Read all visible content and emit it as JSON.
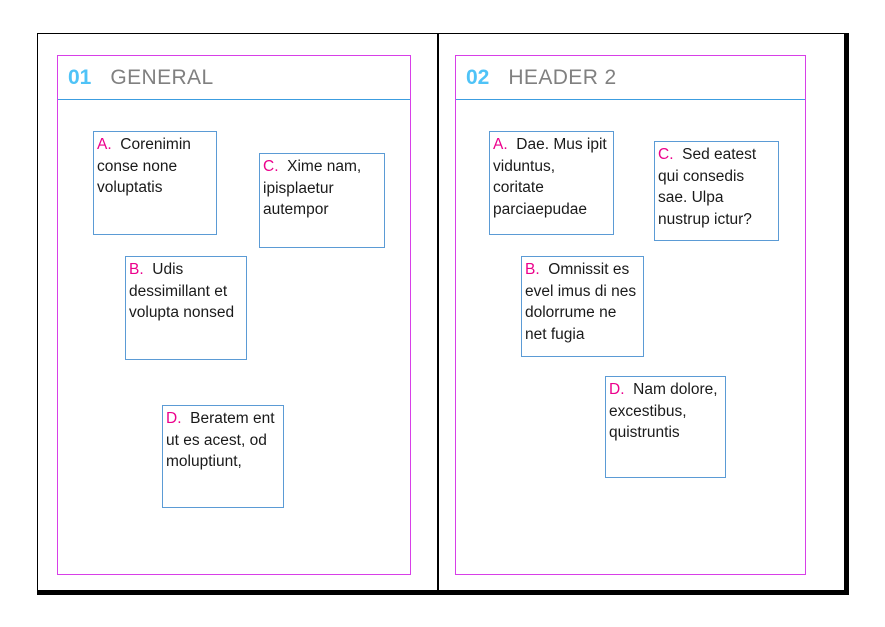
{
  "colors": {
    "panel_border": "#d83fe8",
    "header_rule": "#3c9de0",
    "number_accent": "#4fc3f7",
    "title_gray": "#808080",
    "note_border": "#5b9bd5",
    "tag_pink": "#ec008c",
    "frame_black": "#000000",
    "background": "#ffffff"
  },
  "panels": [
    {
      "number": "01",
      "title": "GENERAL",
      "notes": [
        {
          "tag": "A.",
          "text": "Corenimin conse none voluptatis"
        },
        {
          "tag": "C.",
          "text": "Xime nam, ipisplaetur autempor"
        },
        {
          "tag": "B.",
          "text": "Udis dessimillant et volupta nonsed"
        },
        {
          "tag": "D.",
          "text": "Beratem ent ut es acest, od moluptiunt,"
        }
      ]
    },
    {
      "number": "02",
      "title": "HEADER 2",
      "notes": [
        {
          "tag": "A.",
          "text": "Dae. Mus ipit viduntus, coritate parciaepudae"
        },
        {
          "tag": "C.",
          "text": "Sed eatest qui consedis sae. Ulpa nustrup ictur?"
        },
        {
          "tag": "B.",
          "text": "Omnissit es evel imus di nes dolorrume ne net fugia"
        },
        {
          "tag": "D.",
          "text": "Nam dolore, excestibus, quistruntis"
        }
      ]
    }
  ]
}
